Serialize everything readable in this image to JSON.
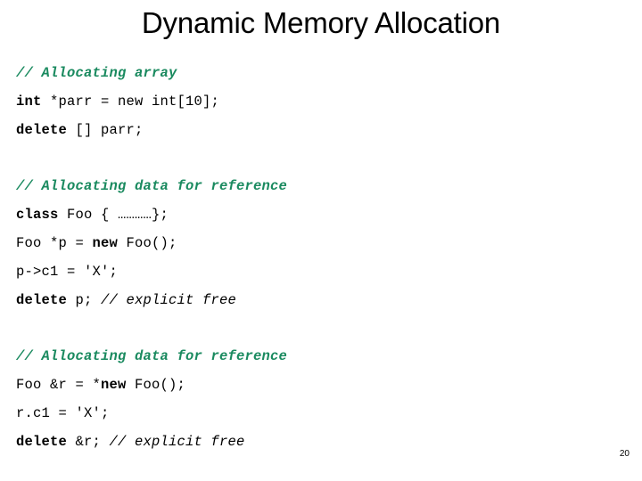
{
  "slide": {
    "title": "Dynamic Memory Allocation",
    "page_number": "20",
    "background_color": "#ffffff",
    "comment_color": "#1a8a5f",
    "text_color": "#000000"
  },
  "code": {
    "lines": [
      {
        "id": "line-comment-allocating-array",
        "type": "comment",
        "text": "// Allocating array",
        "segments": [
          {
            "style": "comment-green",
            "text": "// Allocating array"
          }
        ]
      },
      {
        "id": "line-int-parr-new",
        "type": "code",
        "text": "int *parr = new int[10];",
        "segments": [
          {
            "style": "keyword",
            "text": "int"
          },
          {
            "style": "plain",
            "text": " *parr = new int[10];"
          }
        ]
      },
      {
        "id": "line-delete-array-parr",
        "type": "code",
        "text": "delete [] parr;",
        "segments": [
          {
            "style": "keyword",
            "text": "delete"
          },
          {
            "style": "plain",
            "text": " [] parr;"
          }
        ]
      },
      {
        "id": "line-blank-1",
        "type": "blank",
        "text": "",
        "segments": []
      },
      {
        "id": "line-comment-allocating-data-1",
        "type": "comment",
        "text": "// Allocating data for reference",
        "segments": [
          {
            "style": "comment-green",
            "text": "// Allocating data for reference"
          }
        ]
      },
      {
        "id": "line-class-foo",
        "type": "code",
        "text": "class Foo { …………};",
        "segments": [
          {
            "style": "keyword",
            "text": "class"
          },
          {
            "style": "plain",
            "text": " Foo { …………};"
          }
        ]
      },
      {
        "id": "line-foo-pointer-new",
        "type": "code",
        "text": "Foo *p = new Foo();",
        "segments": [
          {
            "style": "plain",
            "text": "Foo *p = "
          },
          {
            "style": "keyword",
            "text": "new"
          },
          {
            "style": "plain",
            "text": " Foo();"
          }
        ]
      },
      {
        "id": "line-p-arrow-c1",
        "type": "code",
        "text": "p->c1 = 'X';",
        "segments": [
          {
            "style": "plain",
            "text": "p->c1 = 'X';"
          }
        ]
      },
      {
        "id": "line-delete-p-explicit-free",
        "type": "code",
        "text": "delete p; // explicit free",
        "segments": [
          {
            "style": "keyword",
            "text": "delete"
          },
          {
            "style": "plain",
            "text": " p; "
          },
          {
            "style": "comment-black",
            "text": "// explicit free"
          }
        ]
      },
      {
        "id": "line-blank-2",
        "type": "blank",
        "text": "",
        "segments": []
      },
      {
        "id": "line-comment-allocating-data-2",
        "type": "comment",
        "text": "// Allocating data for reference",
        "segments": [
          {
            "style": "comment-green",
            "text": "// Allocating data for reference"
          }
        ]
      },
      {
        "id": "line-foo-ref-star-new",
        "type": "code",
        "text": "Foo &r = *new Foo();",
        "segments": [
          {
            "style": "plain",
            "text": "Foo &r = *"
          },
          {
            "style": "keyword",
            "text": "new"
          },
          {
            "style": "plain",
            "text": " Foo();"
          }
        ]
      },
      {
        "id": "line-r-dot-c1",
        "type": "code",
        "text": "r.c1 = 'X';",
        "segments": [
          {
            "style": "plain",
            "text": "r.c1 = 'X';"
          }
        ]
      },
      {
        "id": "line-delete-ref-explicit-free",
        "type": "code",
        "text": "delete &r; // explicit free",
        "segments": [
          {
            "style": "keyword",
            "text": "delete"
          },
          {
            "style": "plain",
            "text": " &r; "
          },
          {
            "style": "comment-black",
            "text": "// explicit free"
          }
        ]
      }
    ]
  }
}
